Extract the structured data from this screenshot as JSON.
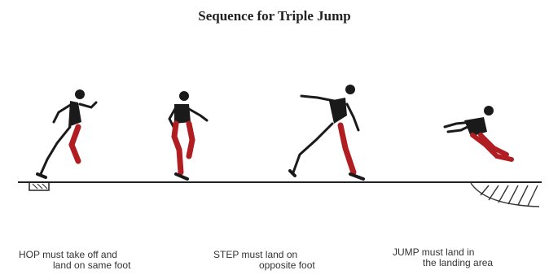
{
  "title": "Sequence for Triple Jump",
  "phases": [
    {
      "line1": "HOP must take off and",
      "line2": "land on same foot"
    },
    {
      "line1": "STEP must land on",
      "line2": "opposite foot"
    },
    {
      "line1": "JUMP must land in",
      "line2": "the landing area"
    }
  ],
  "colors": {
    "ink": "#1a1a1a",
    "leg_highlight": "#b01e22",
    "hatch": "#333333"
  }
}
